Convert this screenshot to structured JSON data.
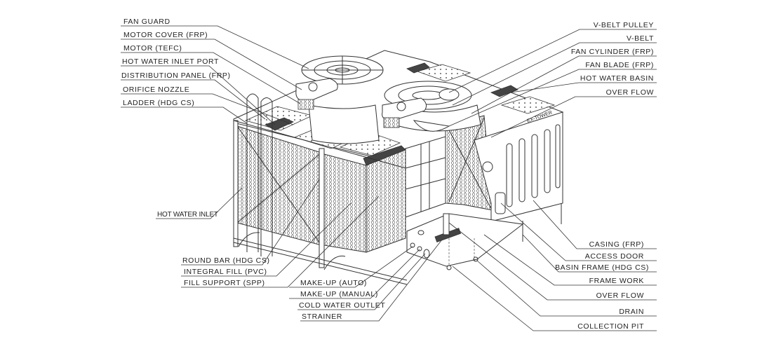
{
  "title": "Cooling Tower Components",
  "tower_brand": "EX-TOWER",
  "labels_left": [
    {
      "id": "fan-guard",
      "text": "FAN GUARD"
    },
    {
      "id": "motor-cover",
      "text": "MOTOR COVER (FRP)"
    },
    {
      "id": "motor",
      "text": "MOTOR (TEFC)"
    },
    {
      "id": "hot-water-inlet-port",
      "text": "HOT WATER INLET PORT"
    },
    {
      "id": "distribution-panel",
      "text": "DISTRIBUTION PANEL (FRP)"
    },
    {
      "id": "orifice-nozzle",
      "text": "ORIFICE NOZZLE"
    },
    {
      "id": "ladder",
      "text": "LADDER (HDG CS)"
    },
    {
      "id": "hot-water-inlet",
      "text": "HOT WATER INLET"
    },
    {
      "id": "round-bar",
      "text": "ROUND BAR (HDG CS)"
    },
    {
      "id": "integral-fill",
      "text": "INTEGRAL FILL (PVC)"
    },
    {
      "id": "fill-support",
      "text": "FILL SUPPORT (SPP)"
    },
    {
      "id": "make-up-auto",
      "text": "MAKE-UP (AUTO)"
    },
    {
      "id": "make-up-manual",
      "text": "MAKE-UP (MANUAL)"
    },
    {
      "id": "cold-water-outlet",
      "text": "COLD WATER OUTLET"
    },
    {
      "id": "strainer",
      "text": "STRAINER"
    }
  ],
  "labels_right": [
    {
      "id": "v-belt-pulley",
      "text": "V-BELT PULLEY"
    },
    {
      "id": "v-belt",
      "text": "V-BELT"
    },
    {
      "id": "fan-cylinder",
      "text": "FAN CYLINDER (FRP)"
    },
    {
      "id": "fan-blade",
      "text": "FAN BLADE (FRP)"
    },
    {
      "id": "hot-water-basin",
      "text": "HOT WATER BASIN"
    },
    {
      "id": "over-flow-top",
      "text": "OVER FLOW"
    },
    {
      "id": "casing",
      "text": "CASING (FRP)"
    },
    {
      "id": "access-door",
      "text": "ACCESS DOOR"
    },
    {
      "id": "basin-frame",
      "text": "BASIN FRAME (HDG CS)"
    },
    {
      "id": "frame-work",
      "text": "FRAME WORK"
    },
    {
      "id": "over-flow-bottom",
      "text": "OVER FLOW"
    },
    {
      "id": "drain",
      "text": "DRAIN"
    },
    {
      "id": "collection-pit",
      "text": "COLLECTION PIT"
    }
  ]
}
